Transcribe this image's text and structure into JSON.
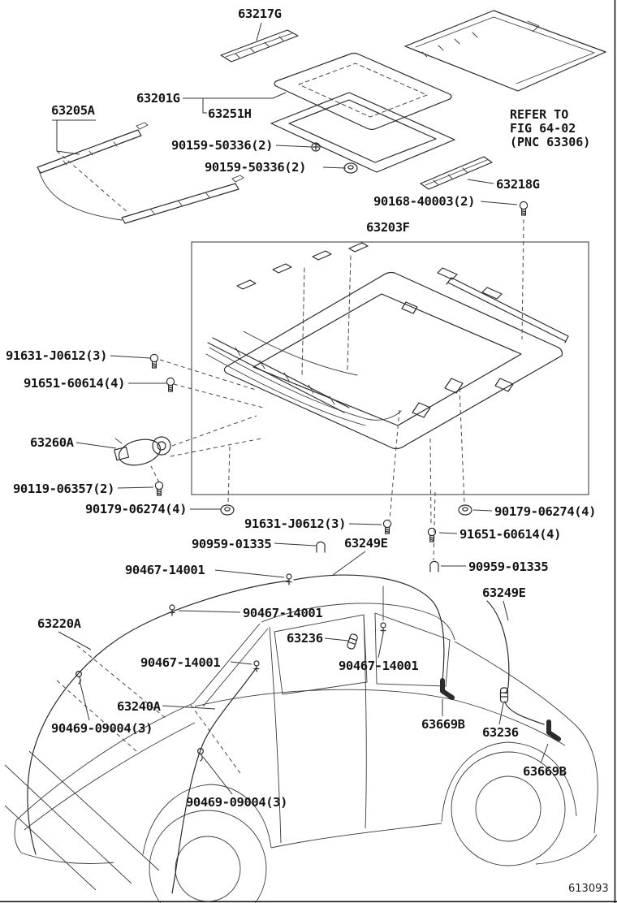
{
  "doc": {
    "figure_number": "613093",
    "refer_note": {
      "line1": "REFER TO",
      "line2": "FIG 64-02",
      "line3": "(PNC 63306)"
    },
    "ink_color": "#2b2b2b",
    "background_color": "#ffffff"
  },
  "labels": {
    "l63217g": "63217G",
    "l63201g": "63201G",
    "l63251h": "63251H",
    "l63205a": "63205A",
    "l90159_1": "90159-50336(2)",
    "l90159_2": "90159-50336(2)",
    "l63218g": "63218G",
    "l90168": "90168-40003(2)",
    "l63203f": "63203F",
    "l91631_1": "91631-J0612(3)",
    "l91651_1": "91651-60614(4)",
    "l63260a": "63260A",
    "l90119": "90119-06357(2)",
    "l90179_1": "90179-06274(4)",
    "l91631_2": "91631-J0612(3)",
    "l90179_2": "90179-06274(4)",
    "l91651_2": "91651-60614(4)",
    "l90959_1": "90959-01335",
    "l63249e_1": "63249E",
    "l90467_1": "90467-14001",
    "l90959_2": "90959-01335",
    "l63249e_2": "63249E",
    "l90467_2": "90467-14001",
    "l63220a": "63220A",
    "l63236_1": "63236",
    "l90467_3": "90467-14001",
    "l90467_4": "90467-14001",
    "l63240a": "63240A",
    "l90469_1": "90469-09004(3)",
    "l63669b_1": "63669B",
    "l63236_2": "63236",
    "l63669b_2": "63669B",
    "l90469_2": "90469-09004(3)"
  }
}
